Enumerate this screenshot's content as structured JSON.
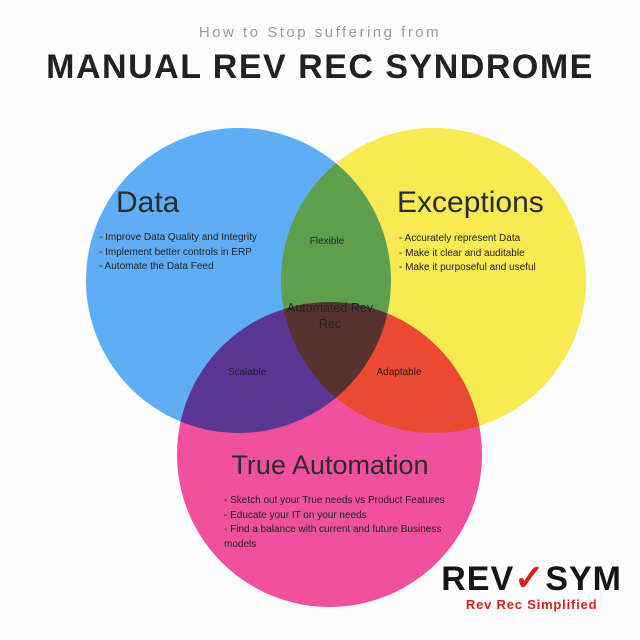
{
  "header": {
    "subtitle": "How to Stop suffering from",
    "title": "MANUAL REV REC SYNDROME"
  },
  "venn": {
    "data": {
      "label": "Data",
      "color": "#5fadf4",
      "bullets": [
        "- Improve Data Quality and Integrity",
        "- Implement better controls in ERP",
        "- Automate the Data Feed"
      ]
    },
    "exceptions": {
      "label": "Exceptions",
      "color": "#f8ea52",
      "bullets": [
        "- Accurately represent Data",
        "- Make it clear and auditable",
        "- Make it purposeful and useful"
      ]
    },
    "automation": {
      "label": "True Automation",
      "color": "#f1509c",
      "bullets": [
        "- Sketch out your True needs vs Product Features",
        "- Educate your IT on your needs",
        "- Find a balance with current and future Business models"
      ]
    },
    "overlaps": {
      "flexible": "Flexible",
      "scalable": "Scalable",
      "adaptable": "Adaptable",
      "center": "Automated Rev Rec"
    }
  },
  "logo": {
    "prefix": "REV",
    "check": "✓",
    "suffix": "SYM",
    "tagline": "Rev Rec Simplified",
    "accent": "#d8201c",
    "text_color": "#151515"
  }
}
